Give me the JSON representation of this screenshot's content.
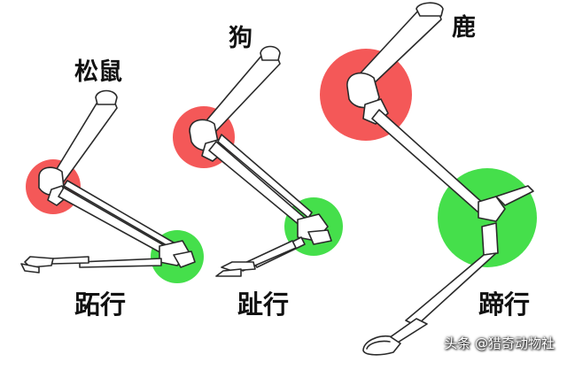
{
  "animals": {
    "squirrel": {
      "name": "松鼠",
      "gait": "跖行"
    },
    "dog": {
      "name": "狗",
      "gait": "趾行"
    },
    "deer": {
      "name": "鹿",
      "gait": "蹄行"
    }
  },
  "watermark": "头条 @猎奇动物社",
  "colors": {
    "upper_joint": "#f23b3b",
    "lower_joint": "#25d92b",
    "bone_outline": "#2a2a2a",
    "bone_fill": "#ffffff"
  },
  "icons": [
    "squirrel-leg-skeleton",
    "dog-leg-skeleton",
    "deer-leg-skeleton"
  ]
}
